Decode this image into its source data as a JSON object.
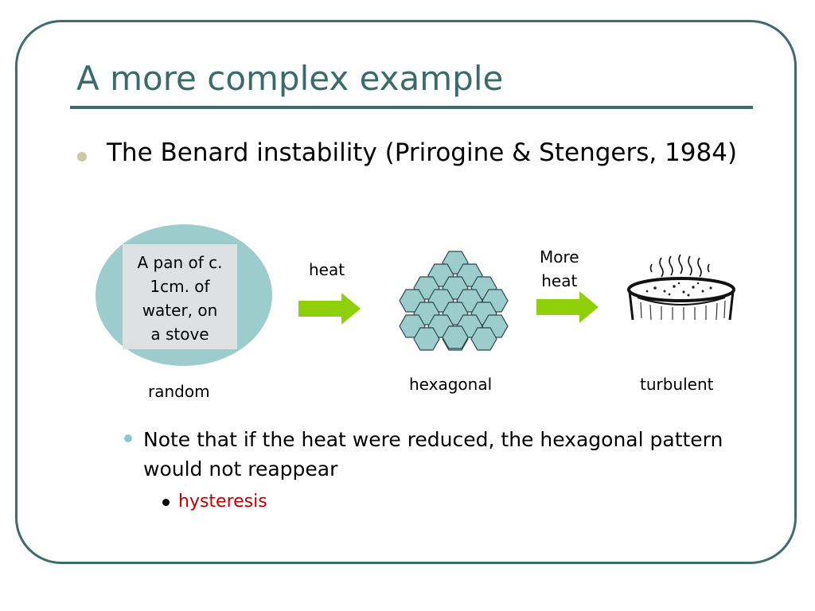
{
  "slide": {
    "title": "A more complex example",
    "bullet1": "The Benard instability (Prirogine & Stengers, 1984)",
    "diagram": {
      "pan_lines": [
        "A pan of c.",
        "1cm. of",
        "water, on",
        "a stove"
      ],
      "heat_label": "heat",
      "more_heat_lines": [
        "More",
        "heat"
      ],
      "state_random": "random",
      "state_hexagonal": "hexagonal",
      "state_turbulent": "turbulent"
    },
    "bullet2": "Note that if the heat were reduced, the hexagonal pattern would not reappear",
    "bullet3": "hysteresis"
  },
  "colors": {
    "accent": "#3a6b6b",
    "arrow": "#8fd00b",
    "hex_fill": "#9dcccc",
    "emphasis": "#c00000"
  }
}
